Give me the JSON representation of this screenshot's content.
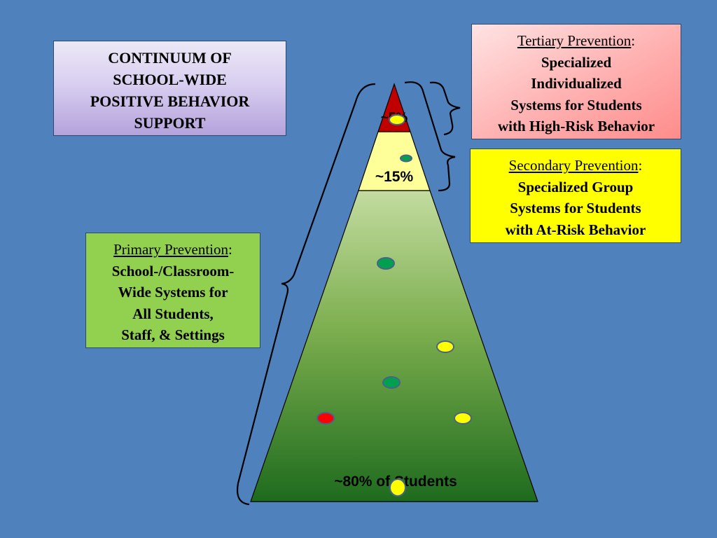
{
  "title_box": {
    "lines": [
      "CONTINUUM OF",
      "SCHOOL-WIDE",
      "POSITIVE BEHAVIOR",
      "SUPPORT"
    ]
  },
  "tertiary": {
    "heading": "Tertiary Prevention",
    "colon": ":",
    "lines": [
      "Specialized",
      "Individualized",
      "Systems for Students",
      "with High-Risk Behavior"
    ]
  },
  "secondary": {
    "heading": "Secondary Prevention",
    "colon": ":",
    "lines": [
      "Specialized Group",
      "Systems for Students",
      "with At-Risk Behavior"
    ]
  },
  "primary": {
    "heading": "Primary Prevention",
    "colon": ":",
    "lines": [
      "School-/Classroom-",
      "Wide Systems for",
      "All Students,",
      "Staff, & Settings"
    ]
  },
  "pyramid": {
    "top_label": "~5%",
    "middle_label": "~15%",
    "bottom_label": "~80% of Students",
    "colors": {
      "top": "#c00000",
      "middle": "#ffff99",
      "bottom_light": "#c3dca0",
      "bottom_dark": "#1e6b1e"
    }
  },
  "dot_colors": {
    "yellow": "#ffff00",
    "green": "#00a050",
    "red": "#ff0000",
    "outline": "#4a6488"
  }
}
